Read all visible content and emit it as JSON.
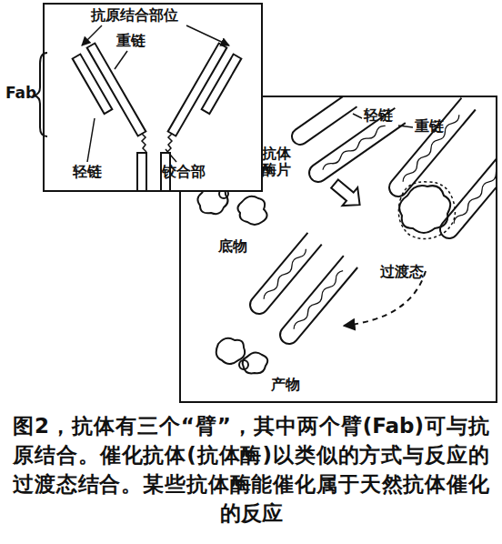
{
  "diagram": {
    "caption": "图2，抗体有三个“臂”，其中两个臂(Fab)可与抗原结合。催化抗体(抗体酶)以类似的方式与反应的过渡态结合。某些抗体酶能催化属于天然抗体催化的反应",
    "labels": [
      "抗原结合部位",
      "重链",
      "Fab",
      "轻链",
      "铰合部",
      "轻链",
      "抗体酶片",
      "重链",
      "底物",
      "过渡态",
      "产物"
    ]
  }
}
